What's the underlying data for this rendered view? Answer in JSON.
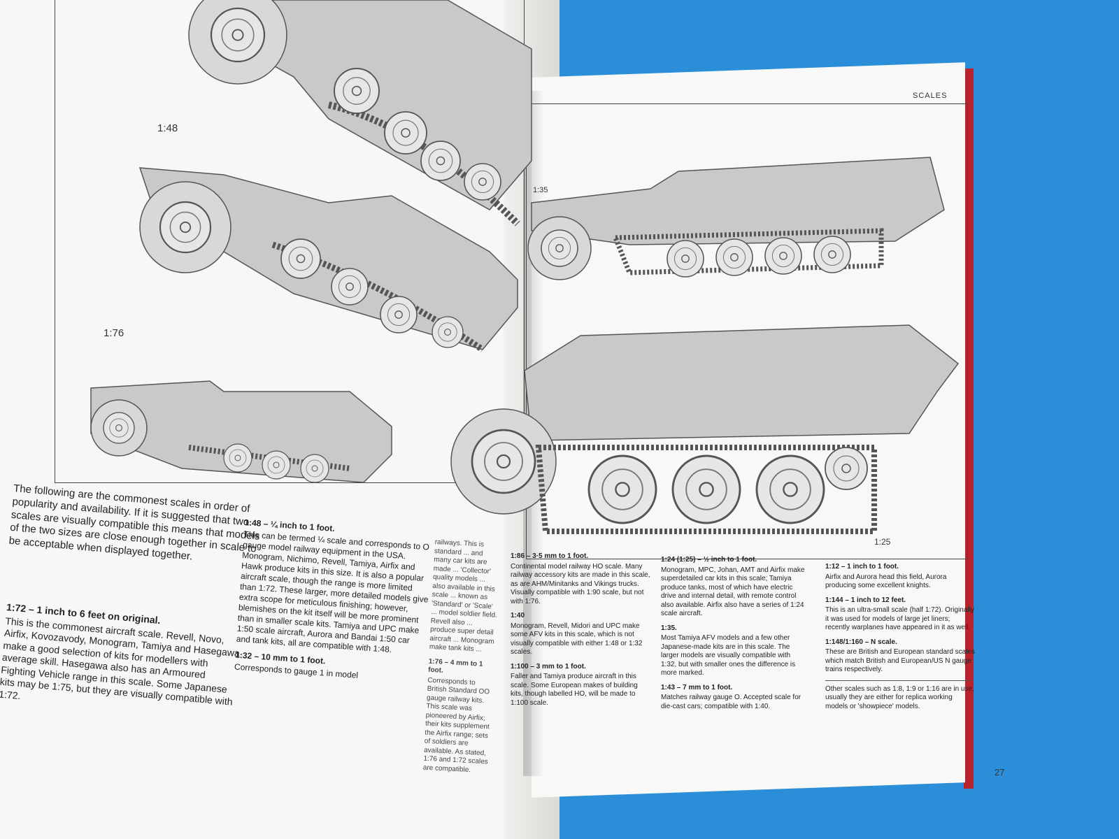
{
  "header": "SCALES",
  "page_number": "27",
  "scale_labels": [
    "1:48",
    "1:76",
    "1:35",
    "1:25"
  ],
  "intro": "The following are the commonest scales in order of popularity and availability. If it is suggested that two scales are visually compatible this means that models of the two sizes are close enough together in scale to be acceptable when displayed together.",
  "col1": {
    "heading": "1:72 – 1 inch to 6 feet on original.",
    "body": "This is the commonest aircraft scale. Revell, Novo, Airfix, Kovozavody, Monogram, Tamiya and Hasegawa make a good selection of kits for modellers with average skill. Hasegawa also has an Armoured Fighting Vehicle range in this scale. Some Japanese kits may be 1:75, but they are visually compatible with 1:72."
  },
  "col2": {
    "s1_heading": "1:48 – ¼ inch to 1 foot.",
    "s1_body": "This can be termed ¼ scale and corresponds to O gauge model railway equipment in the USA. Monogram, Nichimo, Revell, Tamiya, Airfix and Hawk produce kits in this size. It is also a popular aircraft scale, though the range is more limited than 1:72. These larger, more detailed models give extra scope for meticulous finishing; however, blemishes on the kit itself will be more prominent than in smaller scale kits. Tamiya and UPC make 1:50 scale aircraft, Aurora and Bandai 1:50 car and tank kits, all are compatible with 1:48.",
    "s2_heading": "1:32 – 10 mm to 1 foot.",
    "s2_body": "Corresponds to gauge 1 in model"
  },
  "col3": {
    "p1": "railways. This is standard ... and many car kits are made ... 'Collector' quality models ... also available in this scale ... known as 'Standard' or 'Scale' ... model soldier field. Revell also ... produce super detail aircraft ... Monogram make tank kits ...",
    "s_heading": "1:76 – 4 mm to 1 foot.",
    "s_body": "Corresponds to British Standard OO gauge railway kits. This scale was pioneered by Airfix; their kits supplement the Airfix range; sets of soldiers are available. As stated, 1:76 and 1:72 scales are compatible."
  },
  "col4": {
    "s1_heading": "1:86 – 3·5 mm to 1 foot.",
    "s1_body": "Continental model railway HO scale. Many railway accessory kits are made in this scale, as are AHM/Minitanks and Vikings trucks. Visually compatible with 1:90 scale, but not with 1:76.",
    "s2_heading": "1:40",
    "s2_body": "Monogram, Revell, Midori and UPC make some AFV kits in this scale, which is not visually compatible with either 1:48 or 1:32 scales.",
    "s3_heading": "1:100 – 3 mm to 1 foot.",
    "s3_body": "Faller and Tamiya produce aircraft in this scale. Some European makes of building kits, though labelled HO, will be made to 1:100 scale."
  },
  "col5": {
    "s1_heading": "1:24 (1:25) – ½ inch to 1 foot.",
    "s1_body": "Monogram, MPC, Johan, AMT and Airfix make superdetailed car kits in this scale; Tamiya produce tanks, most of which have electric drive and internal detail, with remote control also available. Airfix also have a series of 1:24 scale aircraft.",
    "s2_heading": "1:35.",
    "s2_body": "Most Tamiya AFV models and a few other Japanese-made kits are in this scale. The larger models are visually compatible with 1:32, but with smaller ones the difference is more marked.",
    "s3_heading": "1:43 – 7 mm to 1 foot.",
    "s3_body": "Matches railway gauge O. Accepted scale for die-cast cars; compatible with 1:40."
  },
  "col6": {
    "s1_heading": "1:12 – 1 inch to 1 foot.",
    "s1_body": "Airfix and Aurora head this field, Aurora producing some excellent knights.",
    "s2_heading": "1:144 – 1 inch to 12 feet.",
    "s2_body": "This is an ultra-small scale (half 1:72). Originally it was used for models of large jet liners; recently warplanes have appeared in it as well.",
    "s3_heading": "1:148/1:160 – N scale.",
    "s3_body": "These are British and European standard scales which match British and European/US N gauge trains respectively.",
    "footer": "Other scales such as 1:8, 1:9 or 1:16 are in use, usually they are either for replica working models or 'showpiece' models."
  }
}
